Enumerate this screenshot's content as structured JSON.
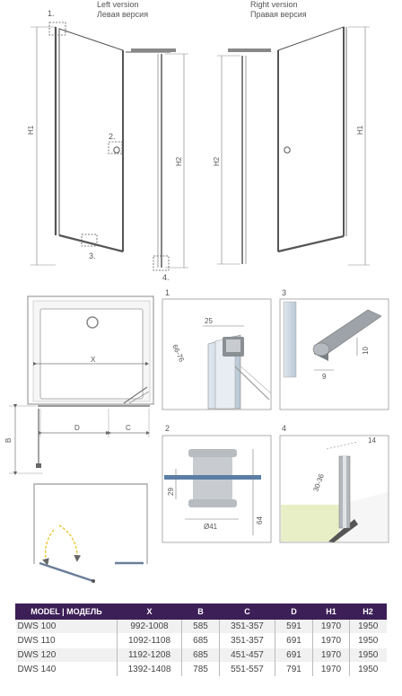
{
  "top": {
    "left_title_en": "Left version",
    "left_title_ru": "Левая версия",
    "right_title_en": "Right version",
    "right_title_ru": "Правая версия",
    "callout_1": "1.",
    "callout_2": "2.",
    "callout_3": "3.",
    "callout_4": "4.",
    "h1": "H1",
    "h2": "H2"
  },
  "plan": {
    "x_label": "X",
    "d_label": "D",
    "c_label": "C",
    "b_label": "B"
  },
  "details": {
    "d1": {
      "num": "1",
      "dim_a": "25",
      "dim_b": "66-76"
    },
    "d2": {
      "num": "2",
      "dim_a": "29",
      "dim_b": "Ø41",
      "dim_c": "64"
    },
    "d3": {
      "num": "3",
      "dim_a": "10",
      "dim_b": "9"
    },
    "d4": {
      "num": "4",
      "dim_a": "14",
      "dim_b": "30-36"
    }
  },
  "table": {
    "headers": [
      "MODEL | МОДЕЛЬ",
      "X",
      "B",
      "C",
      "D",
      "H1",
      "H2"
    ],
    "rows": [
      [
        "DWS 100",
        "992-1008",
        "585",
        "351-357",
        "591",
        "1970",
        "1950"
      ],
      [
        "DWS 110",
        "1092-1108",
        "685",
        "351-357",
        "691",
        "1970",
        "1950"
      ],
      [
        "DWS 120",
        "1192-1208",
        "685",
        "451-457",
        "691",
        "1970",
        "1950"
      ],
      [
        "DWS 140",
        "1392-1408",
        "785",
        "551-557",
        "791",
        "1970",
        "1950"
      ]
    ]
  },
  "colors": {
    "header_bg": "#3d1f57",
    "accent_yellow": "#e9c321",
    "line": "#555555"
  }
}
